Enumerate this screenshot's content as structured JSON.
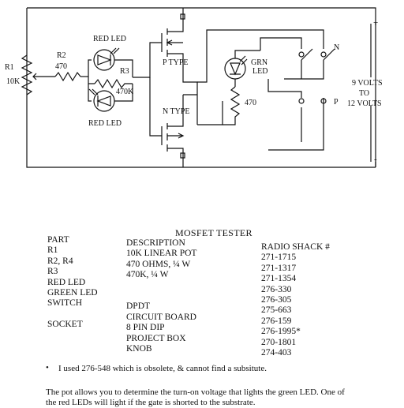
{
  "schematic": {
    "r1": "R1",
    "r1_value": "10K",
    "r2": "R2",
    "r2_value": "470",
    "r3": "R3",
    "r3_value": "470K",
    "red_led_top": "RED LED",
    "red_led_bottom": "RED LED",
    "p_type": "P TYPE",
    "n_type": "N TYPE",
    "grn_led_1": "GRN",
    "grn_led_2": "LED",
    "r_grn_value": "470",
    "pin_n": "N",
    "pin_p": "P",
    "plus": "+",
    "minus": "-",
    "supply_1": "9 VOLTS",
    "supply_2": "TO",
    "supply_3": "12 VOLTS"
  },
  "parts_list": {
    "title": "MOSFET TESTER",
    "part_header": "PART",
    "parts": [
      "R1",
      "R2, R4",
      "R3",
      "RED LED",
      "GREEN LED",
      "SWITCH",
      "",
      "SOCKET"
    ],
    "description_header": "DESCRIPTION",
    "descriptions": [
      "10K LINEAR POT",
      "470 OHMS, ¼ W",
      "470K, ¼ W",
      "",
      "",
      "DPDT",
      "CIRCUIT BOARD",
      "8 PIN DIP",
      "PROJECT BOX",
      "KNOB"
    ],
    "radio_shack_header": "RADIO SHACK #",
    "radio_shack": [
      "271-1715",
      "271-1317",
      "271-1354",
      "276-330",
      "276-305",
      "275-663",
      "276-159",
      "276-1995*",
      "270-1801",
      "274-403"
    ]
  },
  "notes": {
    "bullet": "•",
    "footnote": "I used 276-548 which is obsolete, & cannot find a subsitute.",
    "description_1": "The pot allows you to determine the turn-on voltage that lights the green LED.  One of",
    "description_2": "the red LEDs will light if the gate is shorted to the substrate."
  }
}
